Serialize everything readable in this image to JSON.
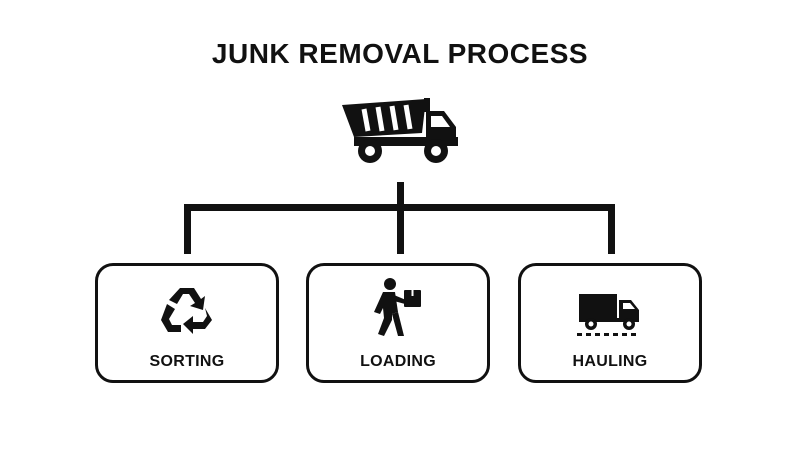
{
  "title": "JUNK REMOVAL PROCESS",
  "root": {
    "icon": "dump-truck-icon"
  },
  "steps": [
    {
      "label": "SORTING",
      "icon": "recycle-icon"
    },
    {
      "label": "LOADING",
      "icon": "person-carrying-box-icon"
    },
    {
      "label": "HAULING",
      "icon": "delivery-truck-icon"
    }
  ],
  "colors": {
    "stroke": "#111111",
    "background": "#ffffff"
  }
}
